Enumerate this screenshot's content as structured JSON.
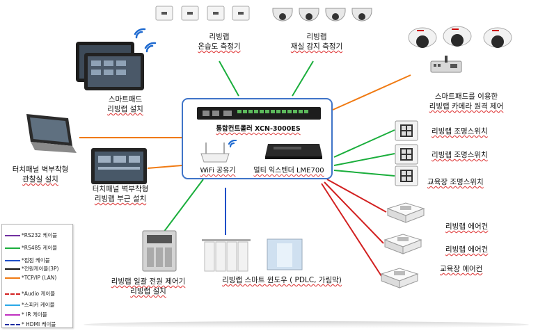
{
  "colors": {
    "rs232": "#7030a0",
    "rs485": "#1aae3c",
    "contact": "#1f4fc8",
    "power": "#111111",
    "lan": "#f07a12",
    "audio": "#d22020",
    "speaker": "#2aa8e8",
    "ir": "#c030c0",
    "hdmi": "#1a2aa0",
    "controller_border": "#3f74c8"
  },
  "labels": {
    "temp_humidity": [
      "리빙랩",
      "온습도 측정기"
    ],
    "occupancy": [
      "리빙랩",
      "재실 감지 측정기"
    ],
    "smartpad": [
      "스마트패드",
      "리빙랩 설치"
    ],
    "camera": [
      "스마트패드를 이용한",
      "리빙랩 카메라 원격 제어"
    ],
    "touch_observation": [
      "터치패널 벽부착형",
      "관찰실 설치"
    ],
    "touch_livinglab": [
      "터치패널 벽부착형",
      "리빙랩 부근 설치"
    ],
    "controller": "통합컨트롤러 XCN-3000ES",
    "wifi": "WiFi 공유기",
    "extender": "멀티 익스텐더 LME700",
    "light_switch_1": "리빙랩 조명스위치",
    "light_switch_2": "리빙랩 조명스위치",
    "light_switch_3": "교육장 조명스위치",
    "ac_1": "리빙랩 에어컨",
    "ac_2": "리빙랩 에어컨",
    "ac_3": "교육장 에어컨",
    "power_control": [
      "리빙랩 일괄 전원 제어기",
      "리빙랩 설치"
    ],
    "window": "리빙랩 스마트 윈도우 ( PDLC, 가림막)"
  },
  "legend": [
    {
      "label": "*RS232 케이블",
      "color": "#7030a0",
      "style": "solid"
    },
    {
      "label": "*RS485 케이블",
      "color": "#1aae3c",
      "style": "solid"
    },
    {
      "label": "*접점 케이블",
      "color": "#1f4fc8",
      "style": "solid"
    },
    {
      "label": "*전원케이블(3P)",
      "color": "#111111",
      "style": "solid"
    },
    {
      "label": "*TCP/IP (LAN)",
      "color": "#f07a12",
      "style": "solid"
    },
    {
      "label": "*Audio 케이블",
      "color": "#d22020",
      "style": "dashed"
    },
    {
      "label": "*스피커 케이블",
      "color": "#2aa8e8",
      "style": "solid"
    },
    {
      "label": "* IR 케이블",
      "color": "#c030c0",
      "style": "solid"
    },
    {
      "label": "* HDMI 케이블",
      "color": "#1a2aa0",
      "style": "dashed"
    }
  ]
}
